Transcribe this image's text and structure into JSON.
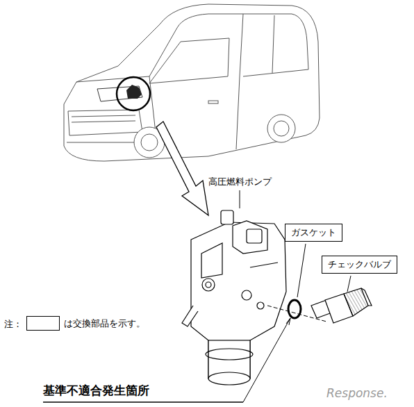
{
  "diagram": {
    "nodes": [
      {
        "text": [
          "ガスケット"
        ]
      },
      {
        "text": [
          "チェックバルブ"
        ]
      }
    ],
    "labels": [
      "高圧燃料ポンプ",
      "注：",
      "基準不適合発生箇所",
      "Response."
    ],
    "legend": [
      {
        "text": "は交換部品を示す。"
      }
    ]
  }
}
